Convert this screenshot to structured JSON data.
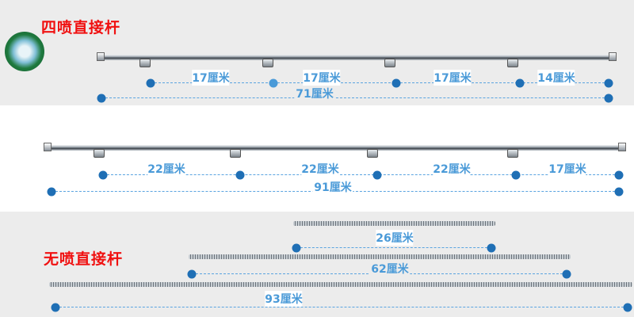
{
  "section1": {
    "title": "四喷直接杆",
    "segments": [
      "17厘米",
      "17厘米",
      "17厘米",
      "14厘米"
    ],
    "total": "71厘米"
  },
  "section2": {
    "segments": [
      "22厘米",
      "22厘米",
      "22厘米",
      "17厘米"
    ],
    "total": "91厘米"
  },
  "section3": {
    "title": "无喷直接杆",
    "lengths": [
      "26厘米",
      "62厘米",
      "93厘米"
    ]
  },
  "colors": {
    "title": "#f01010",
    "label": "#4a9ad8",
    "dot": "#1f6fb5"
  }
}
